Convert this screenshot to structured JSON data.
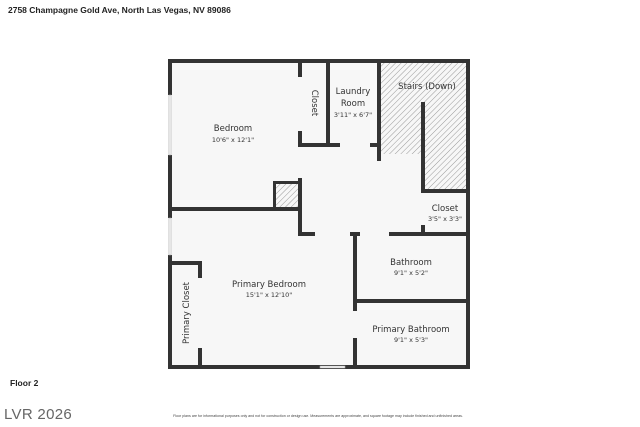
{
  "header": {
    "address": "2758 Champagne Gold Ave, North Las Vegas, NV 89086"
  },
  "floor_label": "Floor 2",
  "brand": "LVR 2026",
  "disclaimer": "Floor plans are for informational purposes only and not for construction or design use. Measurements are approximate, and square footage may include finished and unfinished areas.",
  "colors": {
    "wall": "#333333",
    "floor": "#f7f7f7",
    "hatch": "#999999"
  },
  "rooms": [
    {
      "name": "Bedroom",
      "dims": "10'6\" x 12'1\""
    },
    {
      "name": "Closet",
      "dims": ""
    },
    {
      "name": "Laundry",
      "name2": "Room",
      "dims": "3'11\" x 6'7\""
    },
    {
      "name": "Stairs (Down)",
      "dims": ""
    },
    {
      "name": "Closet",
      "dims": "3'5\" x 3'3\""
    },
    {
      "name": "Bathroom",
      "dims": "9'1\" x 5'2\""
    },
    {
      "name": "Primary Bedroom",
      "dims": "15'1\" x 12'10\""
    },
    {
      "name": "Primary Bathroom",
      "dims": "9'1\" x 5'3\""
    },
    {
      "name": "Primary Closet",
      "dims": ""
    }
  ]
}
